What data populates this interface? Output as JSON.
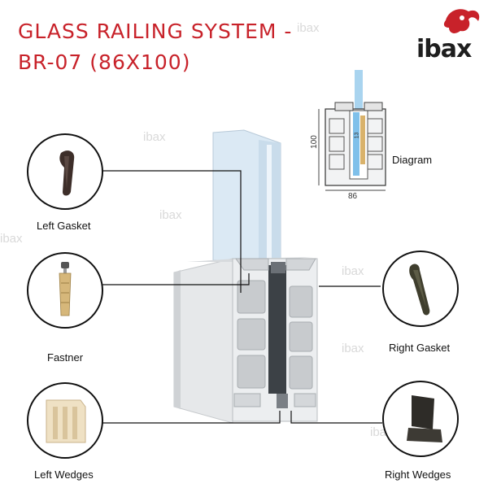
{
  "title": {
    "line1": "GLASS RAILING SYSTEM -",
    "line2": "BR-07 (86X100)"
  },
  "brand": {
    "name": "ibax",
    "logo_icon": "bull-icon"
  },
  "diagram": {
    "label": "Diagram",
    "height_dim": "100",
    "width_dim": "86",
    "glass_dim": "13"
  },
  "parts": {
    "left_gasket": "Left Gasket",
    "fastner": "Fastner",
    "left_wedges": "Left Wedges",
    "right_gasket": "Right Gasket",
    "right_wedges": "Right Wedges"
  },
  "watermark": "ibax",
  "colors": {
    "title": "#c8222a",
    "brand_text": "#1e1e1e",
    "glass": "#d6e6f2",
    "aluminium": "#e4e6e8"
  }
}
